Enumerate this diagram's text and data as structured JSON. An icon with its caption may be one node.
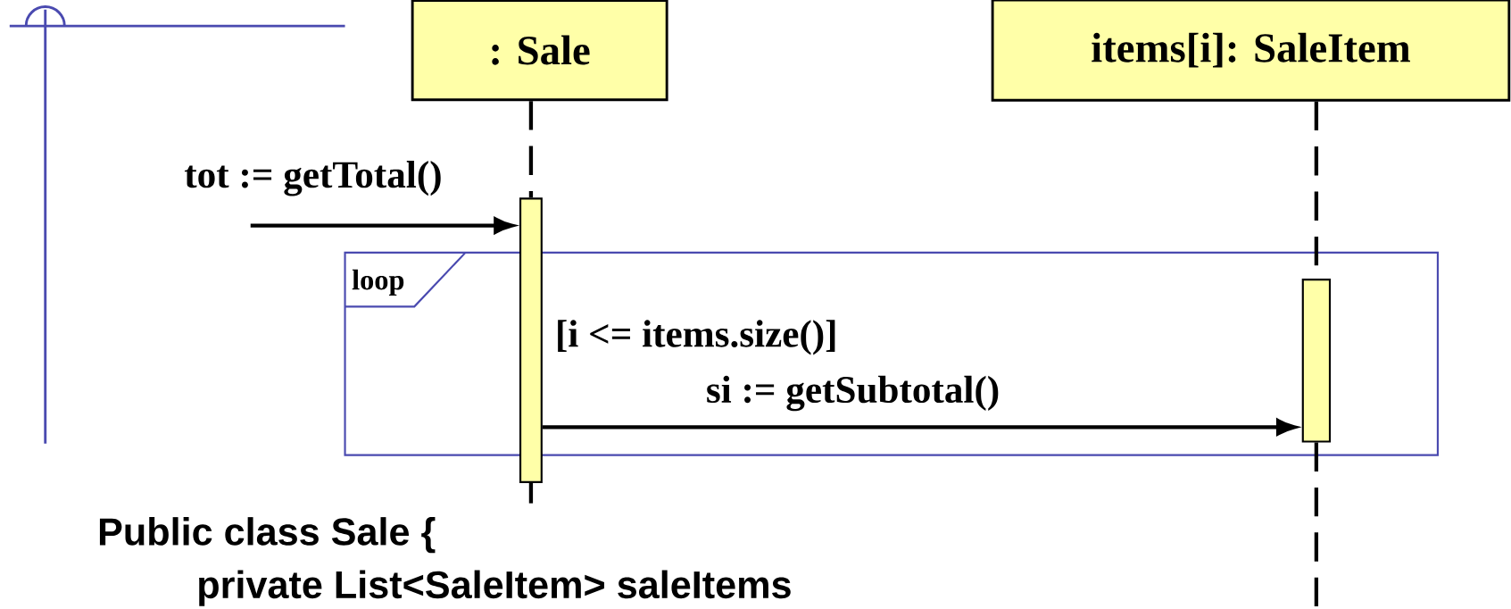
{
  "diagram": {
    "nodes": [
      {
        "text": [
          ": Sale"
        ]
      },
      {
        "text": [
          "items[i]: SaleItem"
        ]
      },
      {
        "text": [
          "loop",
          "[i <= items.size()]"
        ]
      },
      {
        "text": [],
        "shape": "bar"
      },
      {
        "text": [],
        "shape": "bar",
        "in": 2
      }
    ],
    "edges": [
      {
        "from": 0,
        "to": 3,
        "arrow": "none",
        "style": "dashed"
      },
      {
        "from": 1,
        "to": 4,
        "arrow": "none",
        "style": "dashed"
      },
      {
        "from": null,
        "to": 3,
        "arrow": "to",
        "label": "tot := getTotal()"
      },
      {
        "from": 3,
        "to": 4,
        "arrow": "to",
        "label": "si := getSubtotal()"
      }
    ],
    "labels": [
      "Public class Sale {",
      "private List<SaleItem> saleItems"
    ]
  }
}
